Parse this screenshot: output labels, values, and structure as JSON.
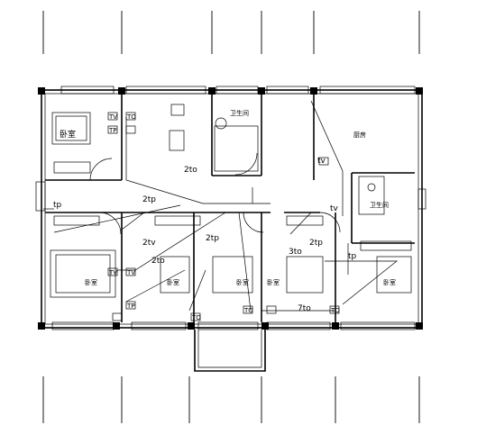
{
  "rooms": {
    "bedroom": "卧室",
    "bathroom": "卫生间",
    "kitchen": "厨房"
  },
  "cable_labels": {
    "tv": "tv",
    "tp": "tp",
    "2to": "2to",
    "2tp": "2tp",
    "2tv": "2tv",
    "3to": "3to",
    "7to": "7to"
  },
  "socket_labels": {
    "tv": "TV",
    "tp": "TP",
    "to": "TO"
  }
}
